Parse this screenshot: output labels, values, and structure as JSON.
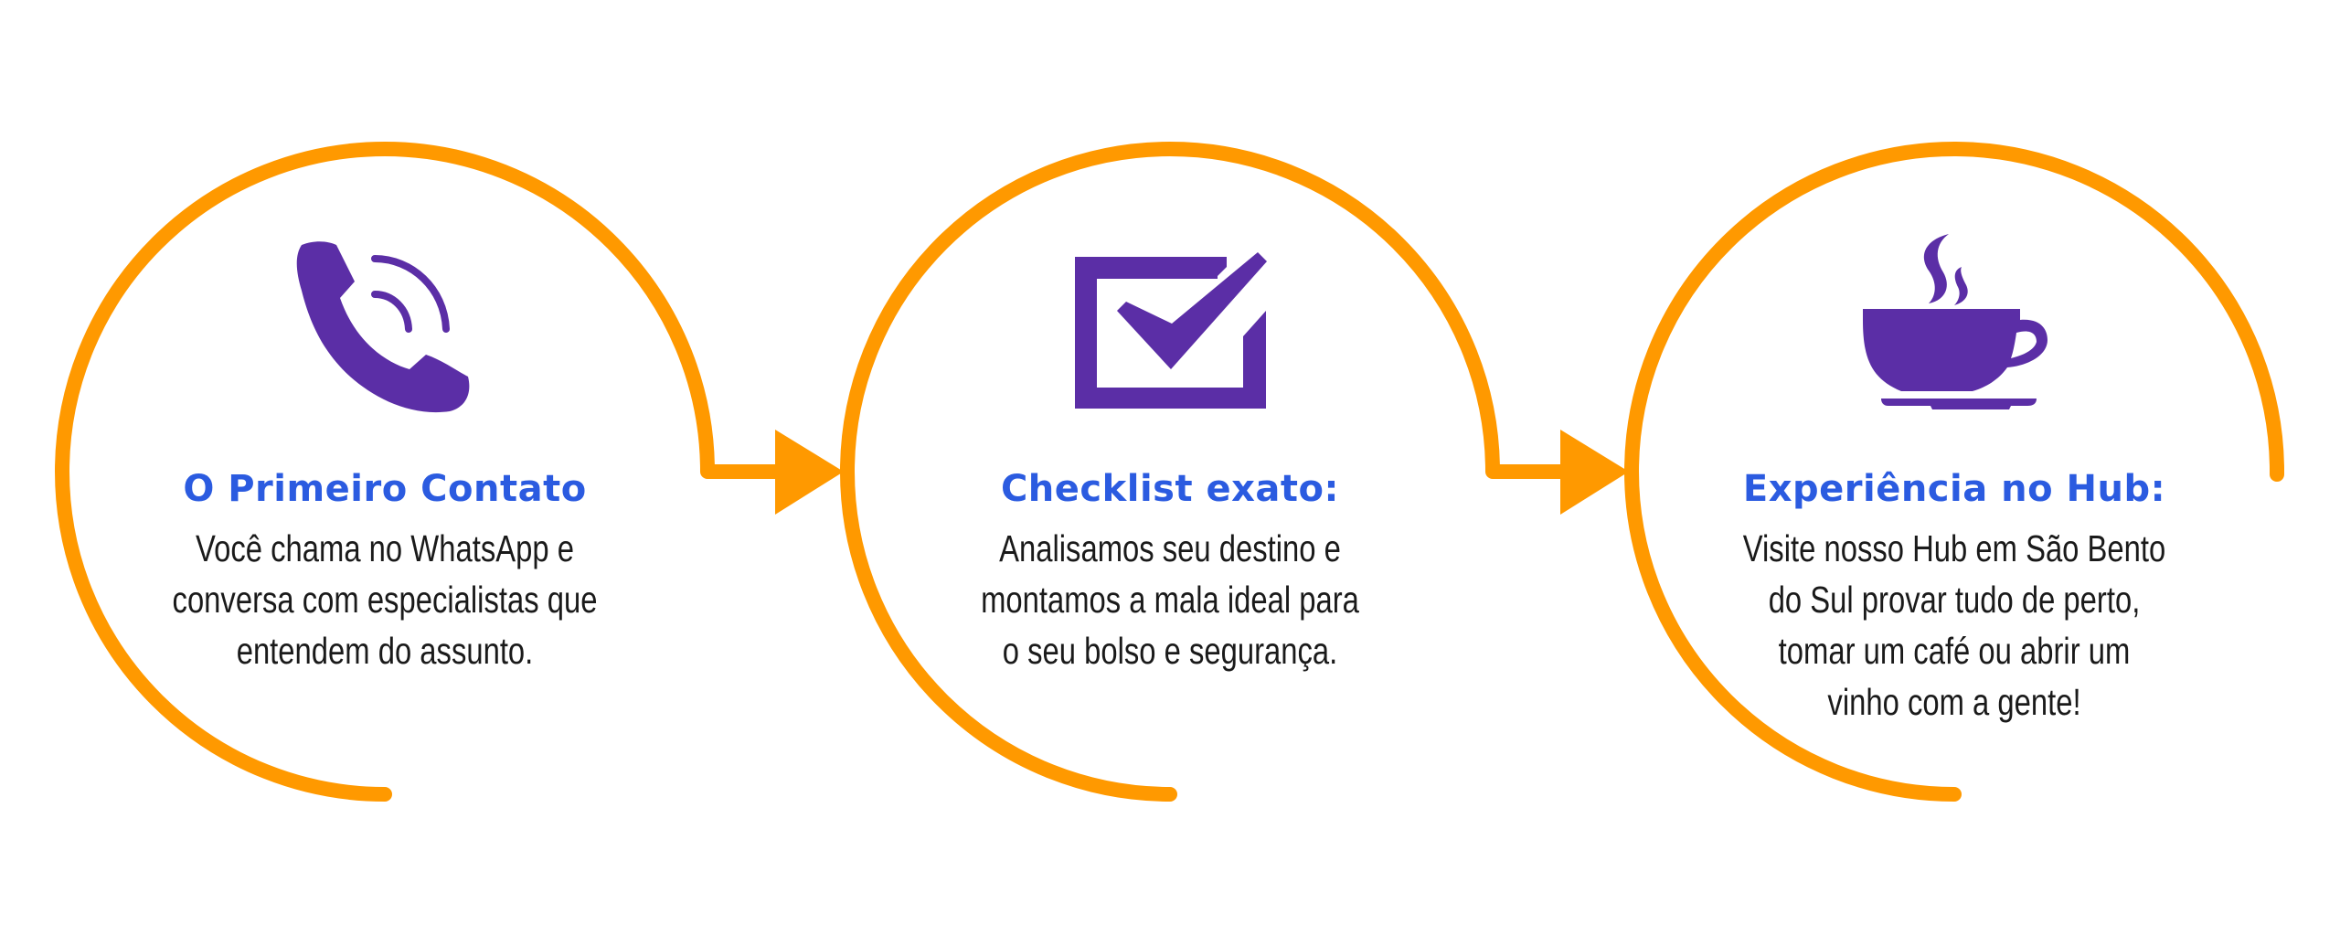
{
  "colors": {
    "ring": "#ff9900",
    "icon": "#5b2ea6",
    "title": "#2b5be0",
    "text": "#1a1a1a"
  },
  "steps": [
    {
      "icon": "phone-icon",
      "title": "O Primeiro Contato",
      "description": "Você chama no WhatsApp e\nconversa com especialistas que\nentendem do assunto."
    },
    {
      "icon": "checkbox-icon",
      "title": "Checklist exato:",
      "description": "Analisamos seu destino e\nmontamos a mala ideal para\no seu bolso e segurança."
    },
    {
      "icon": "coffee-cup-icon",
      "title": "Experiência no Hub:",
      "description": "Visite nosso Hub em São Bento\ndo Sul provar tudo de perto,\ntomar um café ou abrir um\nvinho com a gente!"
    }
  ]
}
